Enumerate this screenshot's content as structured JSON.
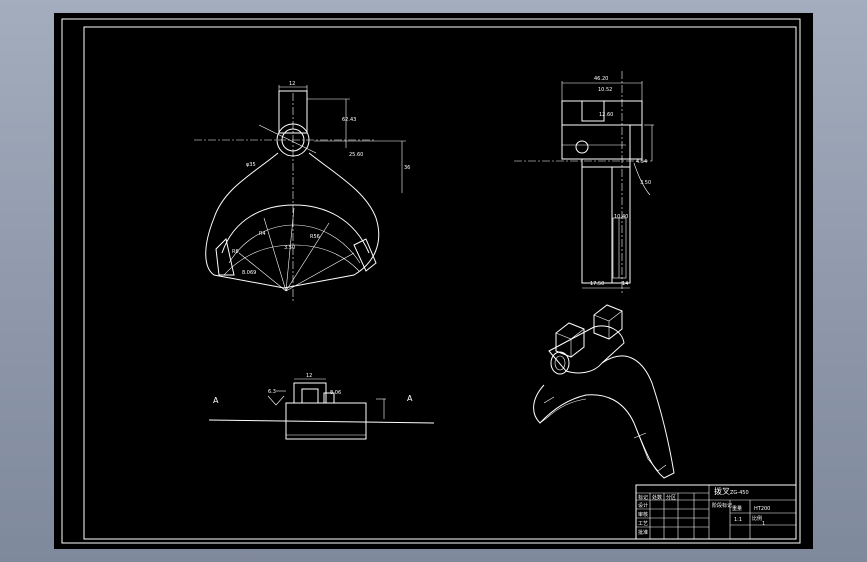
{
  "drawing": {
    "front_view": {
      "dims": [
        "12",
        "62.43",
        "25.60",
        "36",
        "φ35",
        "R56",
        "R4",
        "R6",
        "3.50",
        "8.069"
      ]
    },
    "side_view": {
      "dims": [
        "46.20",
        "10.52",
        "12.60",
        "17.50",
        "10.40",
        "14",
        "3.50",
        "4.54"
      ]
    },
    "section_view": {
      "label_left": "A",
      "label_right": "A",
      "dims": [
        "6.3",
        "12",
        "8.06"
      ]
    },
    "title_block": {
      "part_name": "拨叉",
      "drawing_no": "ZG-450",
      "material": "HT200",
      "scale": "1:1",
      "sheet": "1",
      "cells": [
        "标记",
        "处数",
        "分区",
        "设计",
        "审核",
        "工艺",
        "批准",
        "阶段标记",
        "重量",
        "比例"
      ]
    }
  }
}
